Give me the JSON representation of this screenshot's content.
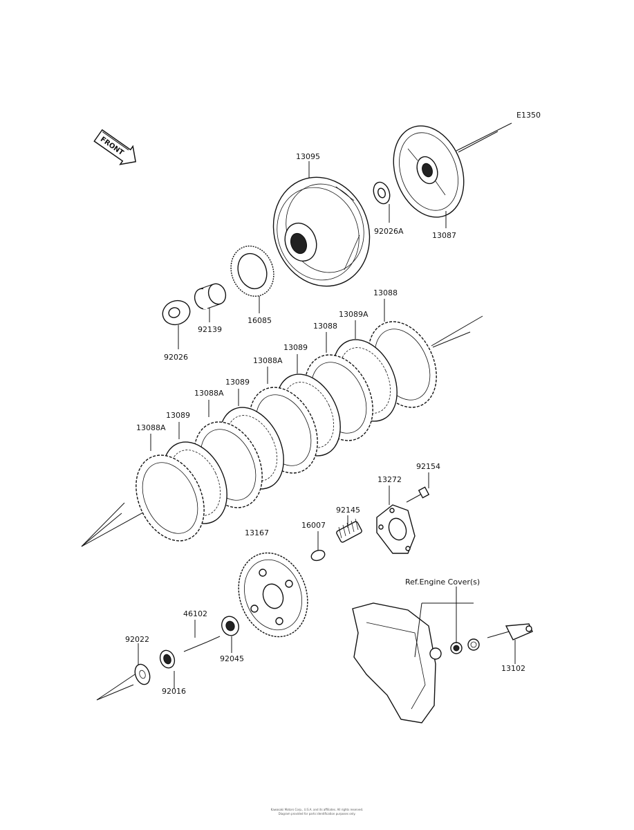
{
  "diagram": {
    "section_code": "E1350",
    "front_arrow_text": "FRONT",
    "reference_label": "Ref.Engine Cover(s)",
    "parts": [
      {
        "id": "p13095",
        "number": "13095"
      },
      {
        "id": "p92026A",
        "number": "92026A"
      },
      {
        "id": "p13087",
        "number": "13087"
      },
      {
        "id": "p16085",
        "number": "16085"
      },
      {
        "id": "p92139",
        "number": "92139"
      },
      {
        "id": "p92026",
        "number": "92026"
      },
      {
        "id": "p13088_top",
        "number": "13088"
      },
      {
        "id": "p13089A",
        "number": "13089A"
      },
      {
        "id": "p13088_mid",
        "number": "13088"
      },
      {
        "id": "p13089_a",
        "number": "13089"
      },
      {
        "id": "p13088A_a",
        "number": "13088A"
      },
      {
        "id": "p13089_b",
        "number": "13089"
      },
      {
        "id": "p13088A_b",
        "number": "13088A"
      },
      {
        "id": "p13089_c",
        "number": "13089"
      },
      {
        "id": "p13088A_c",
        "number": "13088A"
      },
      {
        "id": "p92154",
        "number": "92154"
      },
      {
        "id": "p13272",
        "number": "13272"
      },
      {
        "id": "p92145",
        "number": "92145"
      },
      {
        "id": "p16007",
        "number": "16007"
      },
      {
        "id": "p13167",
        "number": "13167"
      },
      {
        "id": "p46102",
        "number": "46102"
      },
      {
        "id": "p92045",
        "number": "92045"
      },
      {
        "id": "p92022",
        "number": "92022"
      },
      {
        "id": "p92016",
        "number": "92016"
      },
      {
        "id": "p13102",
        "number": "13102"
      }
    ]
  },
  "footer": {
    "copyright_line_1": "Kawasaki Motors Corp., U.S.A. and its affiliates. All rights reserved.",
    "copyright_line_2": "Diagram provided for parts identification purposes only."
  }
}
